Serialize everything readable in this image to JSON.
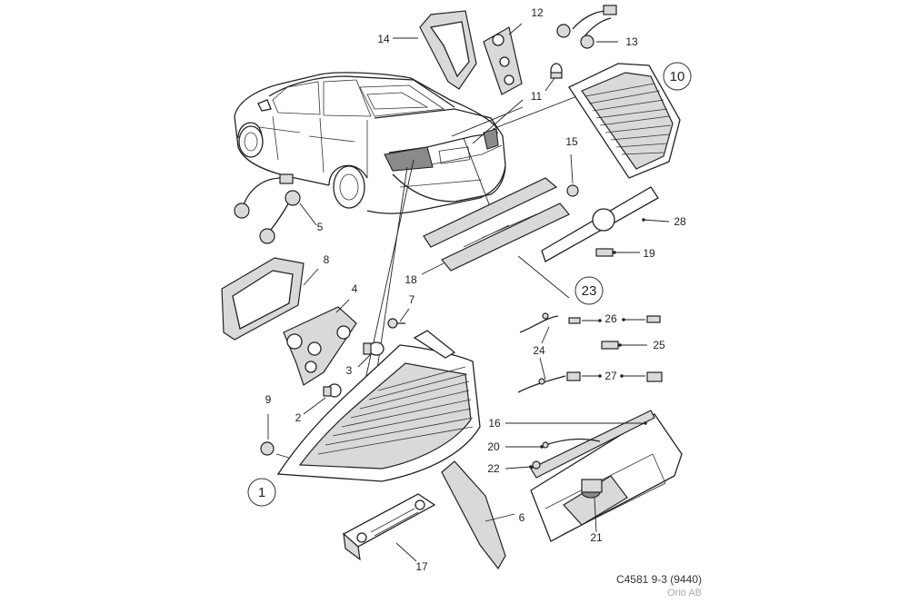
{
  "labels": {
    "p1": "1",
    "p2": "2",
    "p3": "3",
    "p4": "4",
    "p5": "5",
    "p6": "6",
    "p7": "7",
    "p8": "8",
    "p9": "9",
    "p10": "10",
    "p11": "11",
    "p12": "12",
    "p13": "13",
    "p14": "14",
    "p15": "15",
    "p16": "16",
    "p17": "17",
    "p18": "18",
    "p19": "19",
    "p20": "20",
    "p21": "21",
    "p22": "22",
    "p23": "23",
    "p24": "24",
    "p25": "25",
    "p26": "26",
    "p27": "27",
    "p28": "28"
  },
  "footer": {
    "reference": "C4581 9-3 (9440)",
    "brand": "Orio AB"
  }
}
